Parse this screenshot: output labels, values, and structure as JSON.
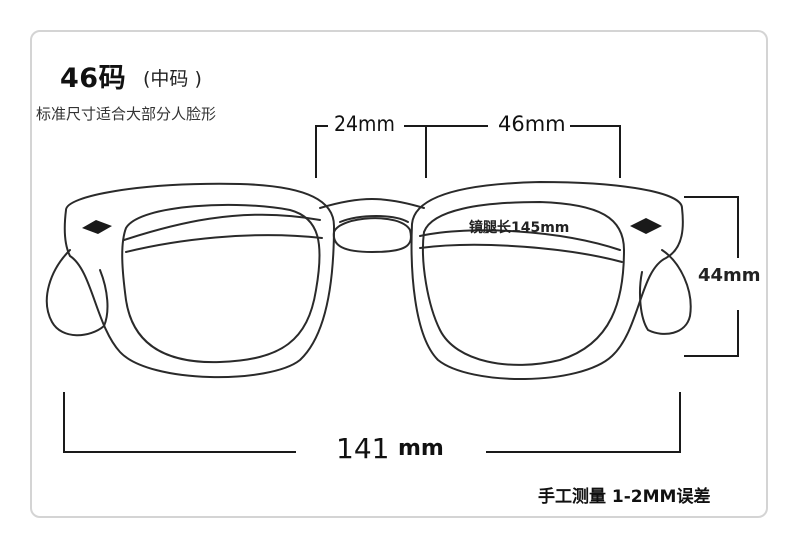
{
  "header": {
    "size_title": "46码",
    "size_paren": "(中码 )",
    "subtitle": "标准尺寸适合大部分人脸形"
  },
  "dimensions": {
    "bridge_width": "24mm",
    "lens_width": "46mm",
    "temple_length": "镜腿长145mm",
    "lens_height": "44mm",
    "total_width_value": "141",
    "total_width_unit": "mm"
  },
  "footer": {
    "note": "手工测量 1-2MM误差"
  },
  "colors": {
    "line": "#1a1a1a",
    "frame_stroke": "#2a2a2a",
    "card_border": "#d4d4d4"
  }
}
